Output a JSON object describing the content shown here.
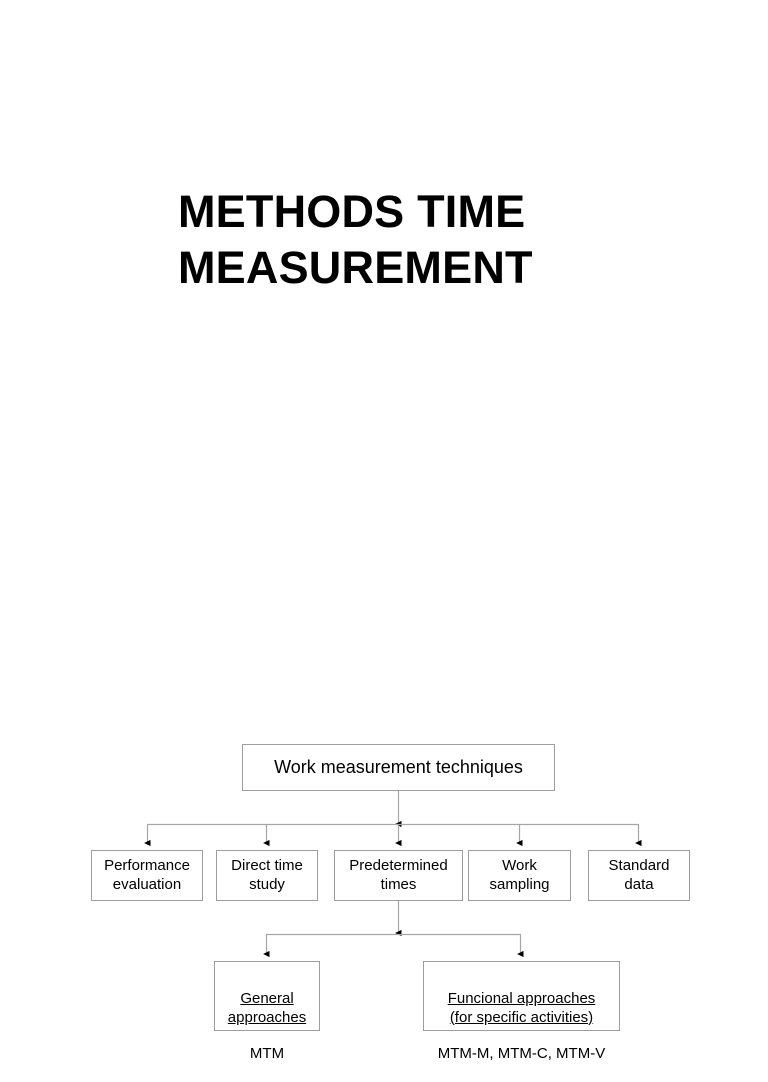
{
  "slide": {
    "title": "METHODS TIME\nMEASUREMENT",
    "background_color": "#ffffff",
    "text_color": "#000000"
  },
  "diagram": {
    "name": "work-measurement-techniques-hierarchy",
    "type": "tree",
    "box_border_color": "#9d9d9d",
    "connector_color": "#a6a6a6",
    "arrow_color": "#000000",
    "root": {
      "label": "Work measurement techniques"
    },
    "level2": [
      {
        "label": "Performance\nevaluation"
      },
      {
        "label": "Direct time\nstudy"
      },
      {
        "label": "Predetermined\ntimes"
      },
      {
        "label": "Work\nsampling"
      },
      {
        "label": "Standard\ndata"
      }
    ],
    "level3": [
      {
        "heading": "General\napproaches",
        "items": "MTM"
      },
      {
        "heading": "Funcional approaches\n(for  specific activities)",
        "items": "MTM-M, MTM-C, MTM-V"
      }
    ]
  }
}
